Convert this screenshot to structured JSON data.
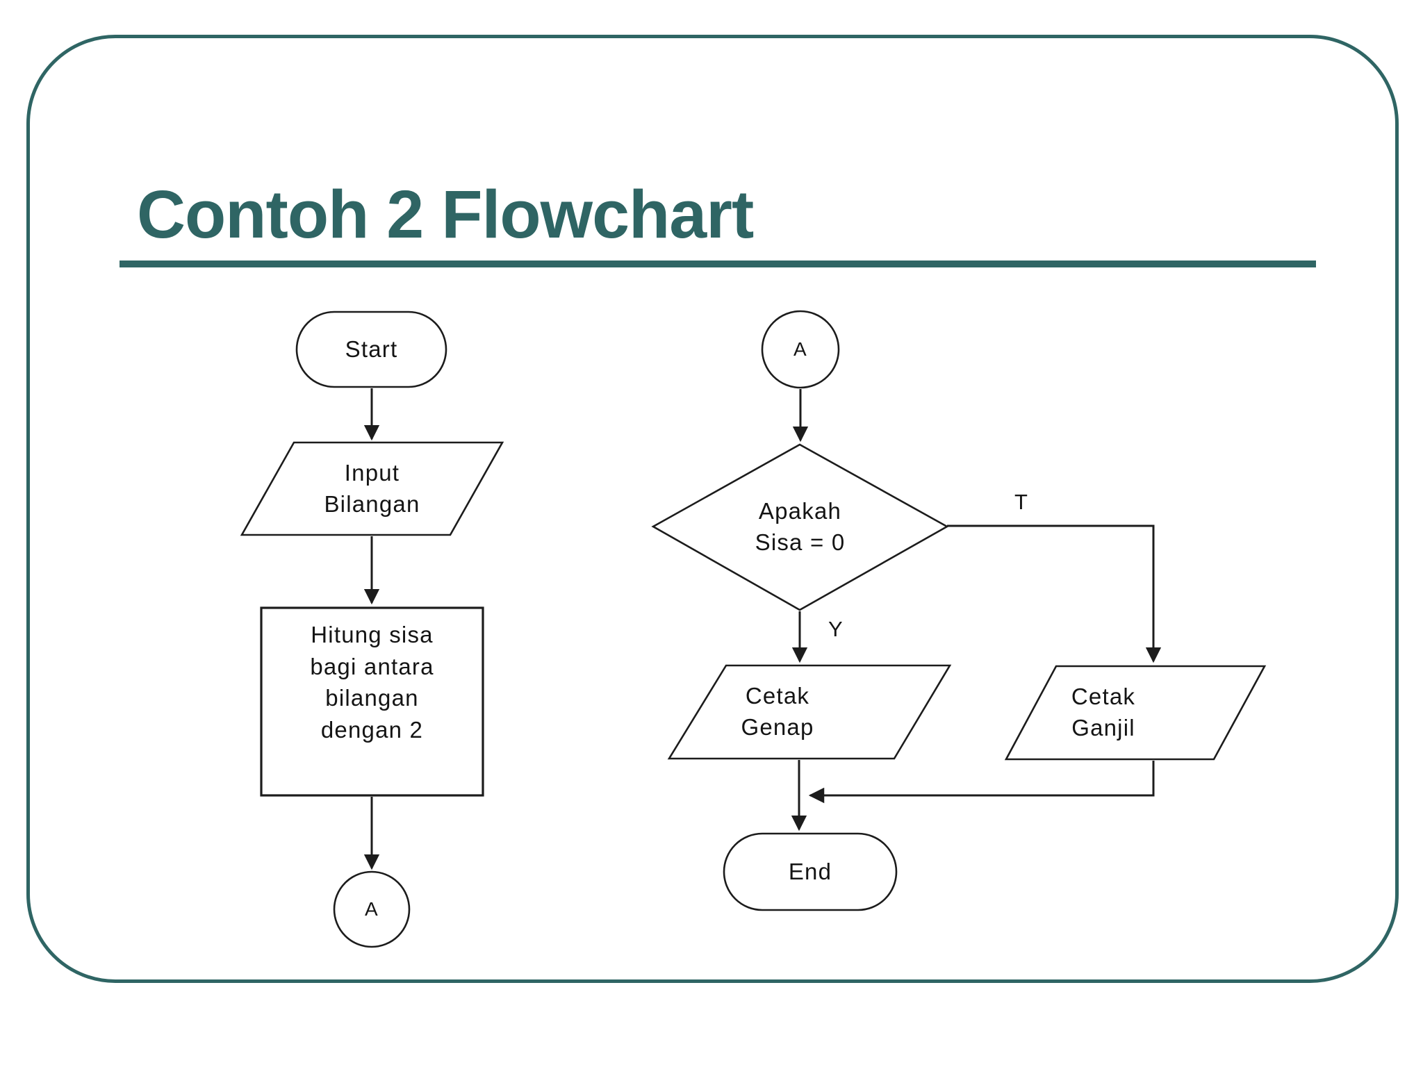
{
  "slide": {
    "title": "Contoh 2 Flowchart"
  },
  "colors": {
    "accent": "#2f6564",
    "ink": "#1c1c1c"
  },
  "flowchart": {
    "nodes": {
      "start": {
        "label": "Start",
        "type": "terminator"
      },
      "input": {
        "label": "Input\nBilangan",
        "type": "input-output"
      },
      "process": {
        "label": "Hitung sisa\nbagi antara\nbilangan\ndengan 2",
        "type": "process"
      },
      "connector_left": {
        "label": "A",
        "type": "connector"
      },
      "connector_right": {
        "label": "A",
        "type": "connector"
      },
      "decision": {
        "label": "Apakah\nSisa = 0",
        "type": "decision"
      },
      "print_even": {
        "label": "Cetak\nGenap",
        "type": "input-output"
      },
      "print_odd": {
        "label": "Cetak\nGanjil",
        "type": "input-output"
      },
      "end": {
        "label": "End",
        "type": "terminator"
      }
    },
    "edge_labels": {
      "yes": "Y",
      "no": "T"
    }
  }
}
